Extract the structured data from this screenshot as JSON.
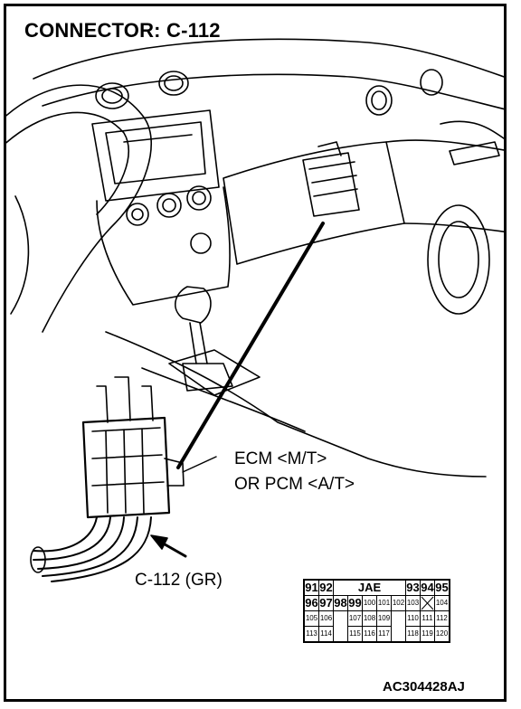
{
  "title": "CONNECTOR: C-112",
  "ecm_label_line1": "ECM <M/T>",
  "ecm_label_line2": "OR PCM <A/T>",
  "connector_label": "C-112 (GR)",
  "figure_code": "AC304428AJ",
  "pin_table": {
    "header": {
      "left": [
        "91",
        "92"
      ],
      "center": "JAE",
      "right": [
        "93",
        "94",
        "95"
      ]
    },
    "row2": [
      "96",
      "97",
      "98",
      "99",
      "100",
      "101",
      "102",
      "103",
      "X",
      "104"
    ],
    "row3": [
      "105",
      "106",
      "",
      "107",
      "108",
      "109",
      "",
      "110",
      "111",
      "112"
    ],
    "row4": [
      "113",
      "114",
      "",
      "115",
      "116",
      "117",
      "",
      "118",
      "119",
      "120"
    ]
  }
}
